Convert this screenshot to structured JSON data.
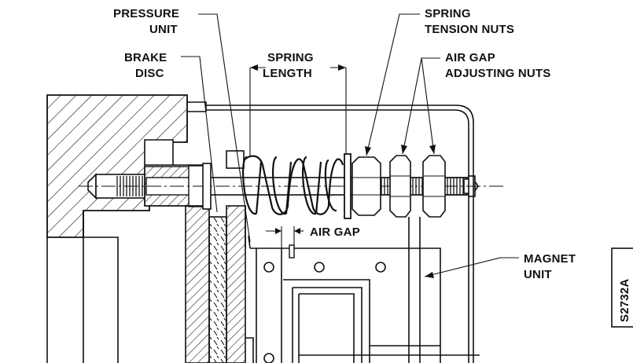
{
  "labels": {
    "pressure_unit_1": "PRESSURE",
    "pressure_unit_2": "UNIT",
    "brake_disc_1": "BRAKE",
    "brake_disc_2": "DISC",
    "spring_length_1": "SPRING",
    "spring_length_2": "LENGTH",
    "spring_tension_1": "SPRING",
    "spring_tension_2": "TENSION NUTS",
    "air_gap_nuts_1": "AIR GAP",
    "air_gap_nuts_2": "ADJUSTING NUTS",
    "air_gap": "AIR GAP",
    "magnet_unit_1": "MAGNET",
    "magnet_unit_2": "UNIT"
  },
  "figure_id": "S2732A"
}
